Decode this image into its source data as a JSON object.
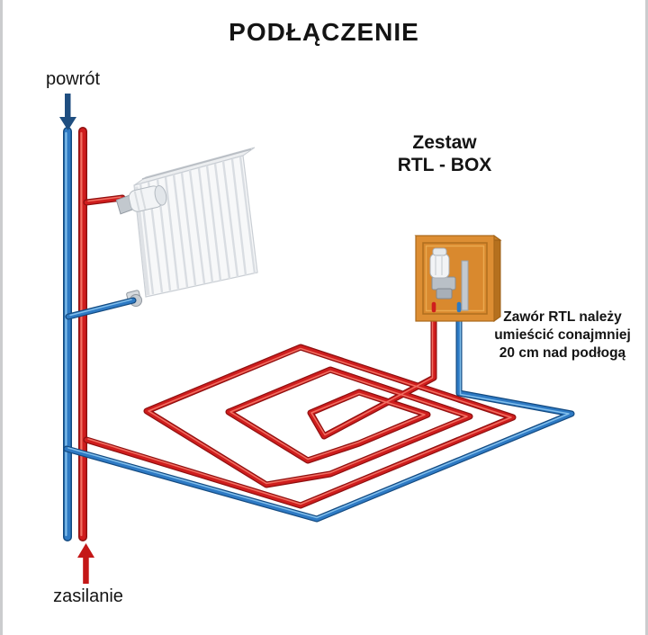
{
  "title": "PODŁĄCZENIE",
  "labels": {
    "return_pipe": "powrót",
    "supply_pipe": "zasilanie",
    "rtl_box_line1": "Zestaw",
    "rtl_box_line2": "RTL - BOX",
    "note_line1": "Zawór RTL należy",
    "note_line2": "umieścić conajmniej",
    "note_line3": "20 cm nad podłogą"
  },
  "colors": {
    "red_dark": "#8e1010",
    "red_core": "#cf1d1d",
    "red_hi": "#f4796a",
    "blue_dark": "#134a80",
    "blue_core": "#2e7ac4",
    "blue_hi": "#8cc6ef",
    "arrow_navy": "#1f4e80",
    "arrow_red": "#c41717",
    "box_face": "#dd8e33",
    "box_dark": "#b5701e",
    "box_light": "#eaa94f",
    "radiator_face": "#f7f8f9",
    "radiator_line": "#d9dde2",
    "text": "#141414"
  }
}
